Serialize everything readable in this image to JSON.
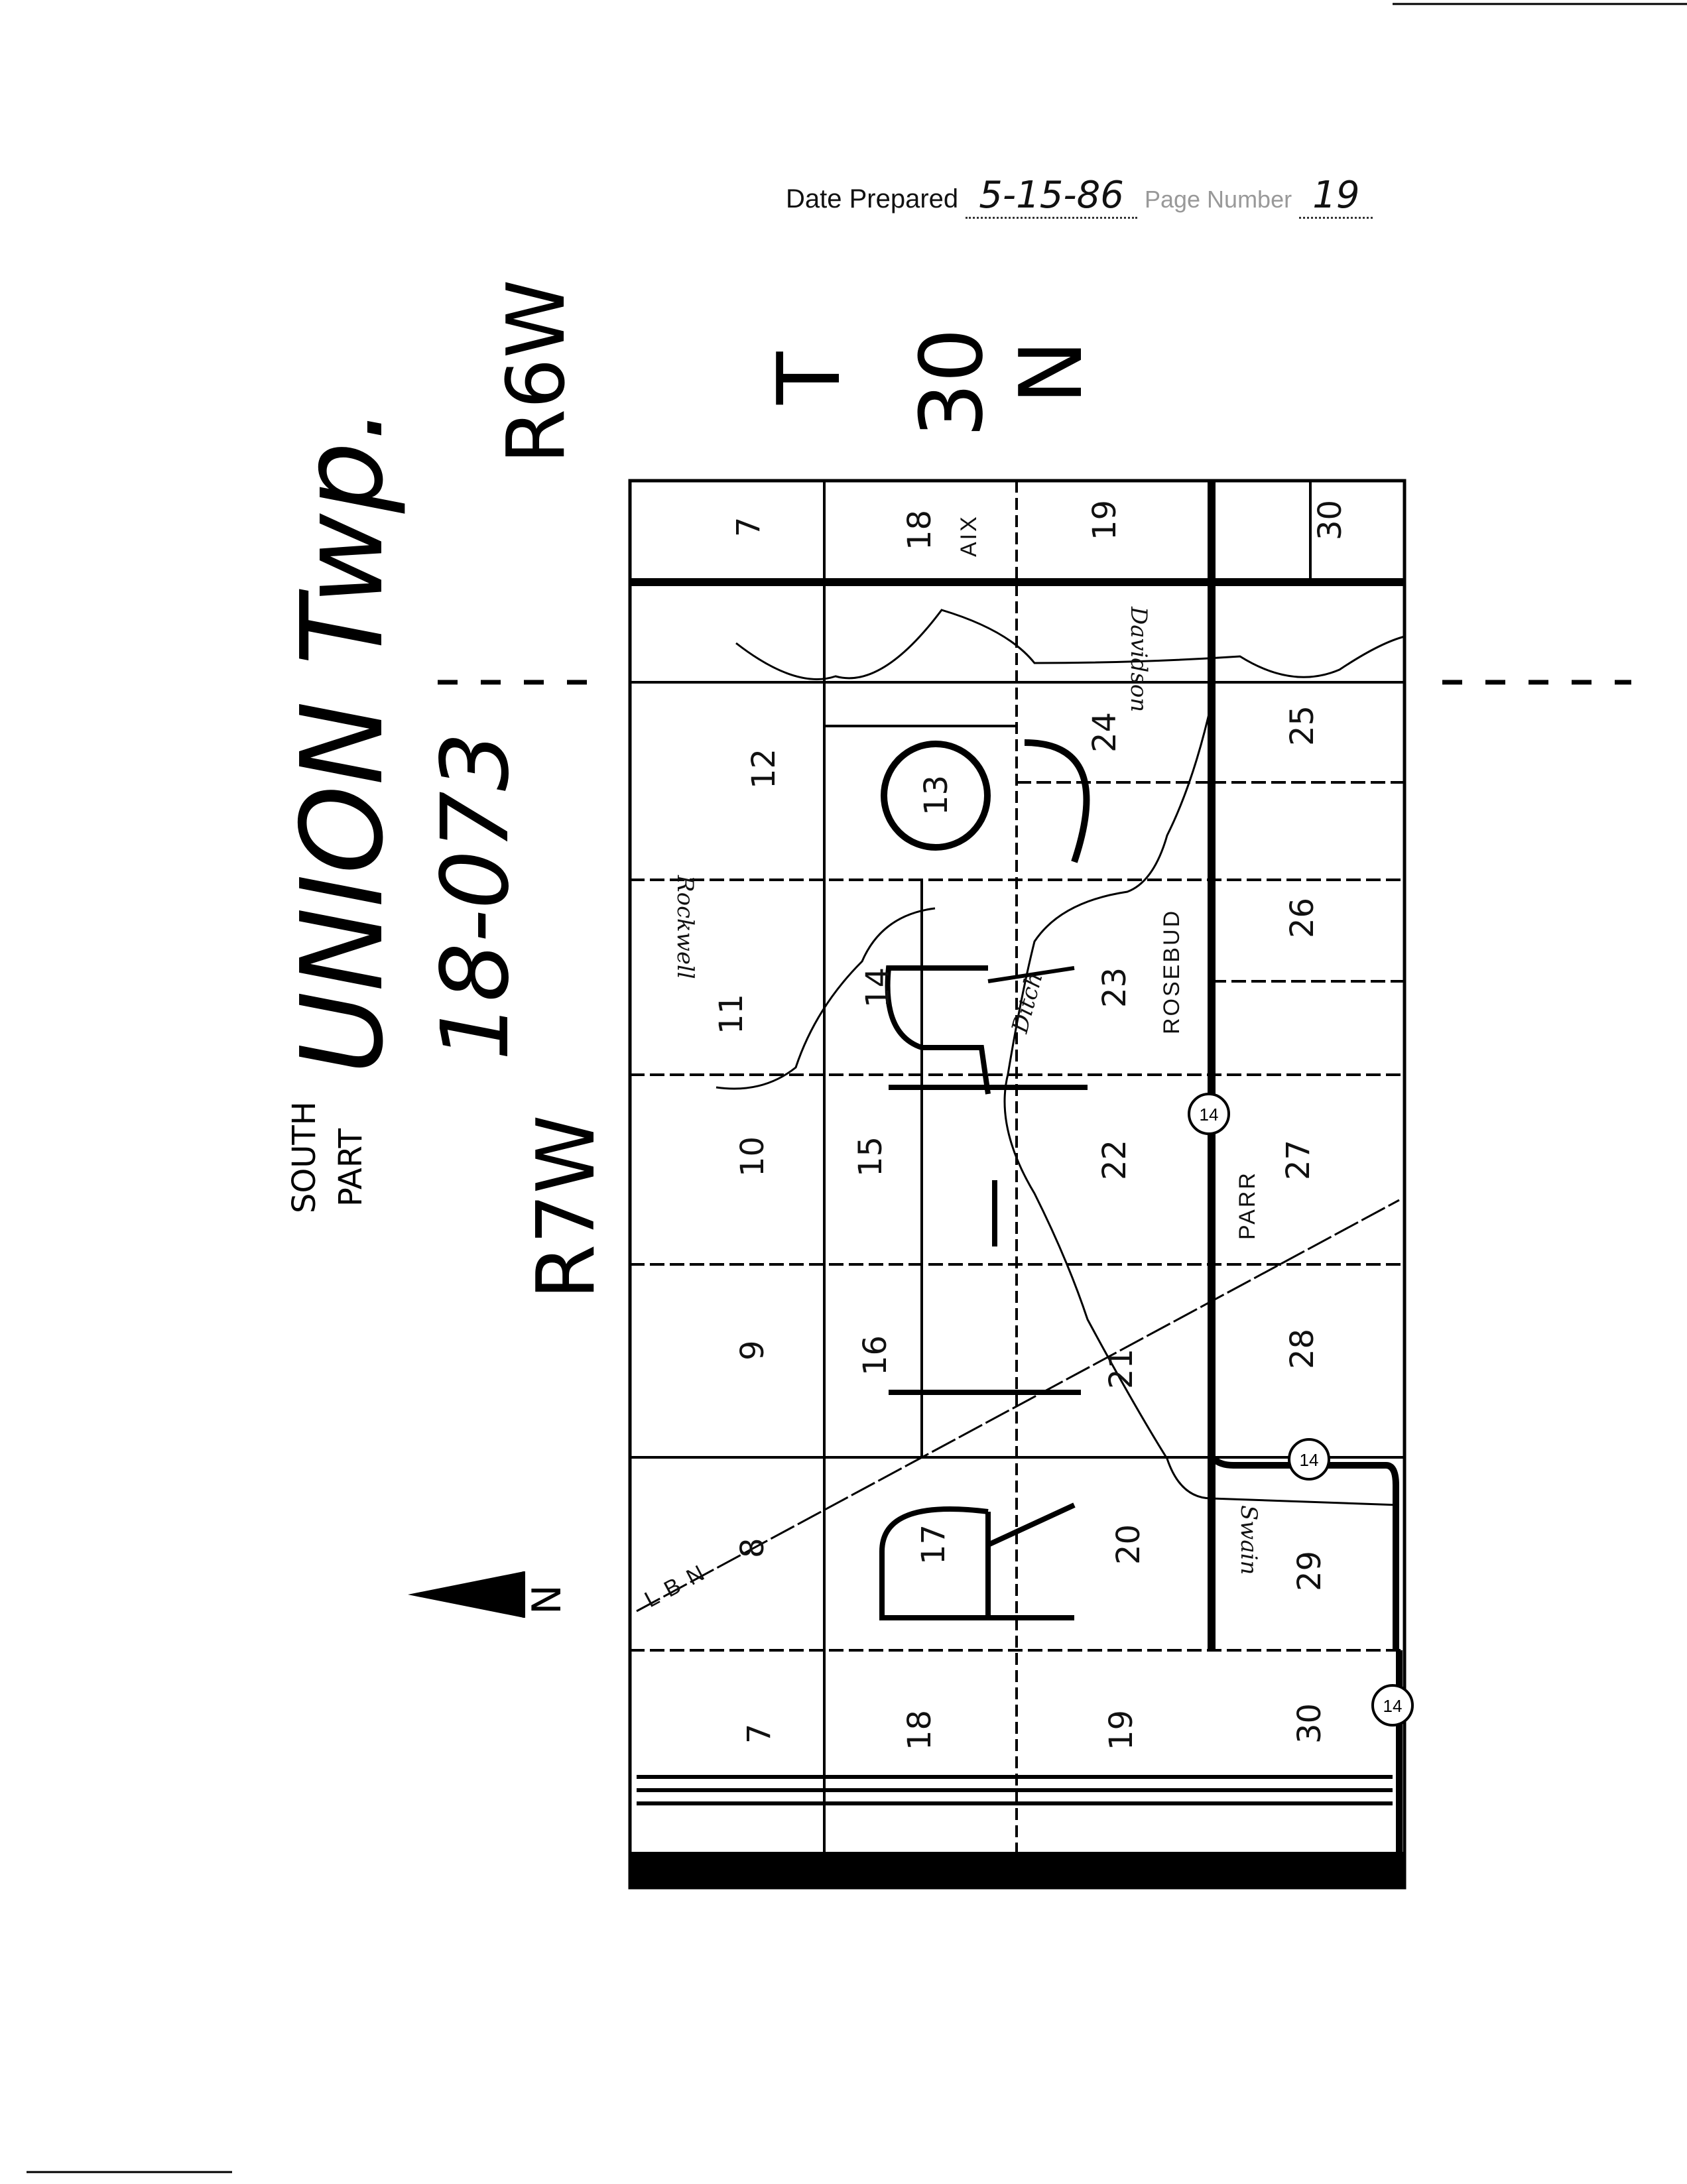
{
  "header": {
    "date_label": "Date Prepared",
    "date_value": "5-15-86",
    "page_label": "Page Number",
    "page_value": "19"
  },
  "titles": {
    "range_east": "R6W",
    "township_t": "T",
    "township_num": "30",
    "township_n": "N",
    "twp_name": "UNION Twp.",
    "twp_code": "18-073",
    "south": "SOUTH",
    "part": "PART",
    "range_west": "R7W",
    "north": "N"
  },
  "sections": [
    "7",
    "18",
    "19",
    "30",
    "12",
    "13",
    "24",
    "25",
    "11",
    "14",
    "23",
    "26",
    "10",
    "15",
    "22",
    "27",
    "9",
    "16",
    "21",
    "28",
    "8",
    "17",
    "20",
    "29",
    "7",
    "18",
    "19",
    "30"
  ],
  "places": {
    "aix": "AIX",
    "rosebud": "ROSEBUD",
    "parr": "PARR",
    "davidson": "Davidson",
    "rockwell": "Rockwell",
    "ditch": "Ditch",
    "swain": "Swain",
    "lbn": "L B N"
  },
  "route": "14"
}
